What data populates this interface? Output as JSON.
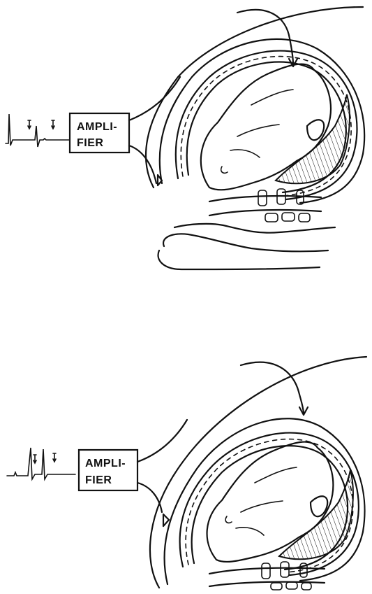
{
  "panels": [
    {
      "amplifier": {
        "line1": "AMPLI-",
        "line2": "FIER"
      }
    },
    {
      "amplifier": {
        "line1": "AMPLI-",
        "line2": "FIER"
      }
    }
  ]
}
